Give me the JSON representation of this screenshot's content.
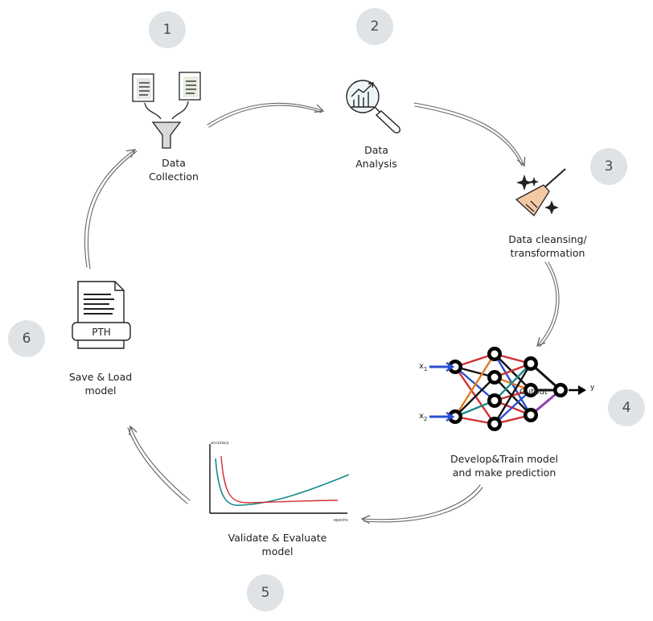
{
  "steps": [
    {
      "number": "1",
      "lines": [
        "Data",
        "Collection"
      ]
    },
    {
      "number": "2",
      "lines": [
        "Data",
        "Analysis"
      ]
    },
    {
      "number": "3",
      "lines": [
        "Data cleansing/",
        "transformation"
      ]
    },
    {
      "number": "4",
      "lines": [
        "Develop&Train model",
        "and make prediction"
      ]
    },
    {
      "number": "5",
      "lines": [
        "Validate & Evaluate",
        "model"
      ]
    },
    {
      "number": "6",
      "lines": [
        "Save & Load",
        "model"
      ]
    }
  ],
  "file_icon_text": "PTH",
  "nn": {
    "input1": "x",
    "input1_sub": "1",
    "input2": "x",
    "input2_sub": "2",
    "output_label": "Output",
    "y_label": "y"
  },
  "mini_chart": {
    "ylabel": "accuracy",
    "xlabel": "epochs"
  },
  "colors": {
    "badge": "#dfe3e6",
    "arrow": "#666666",
    "teal": "#1a8a8a",
    "red": "#d33030",
    "blue": "#2a4fd0",
    "orange": "#e07a20",
    "purple": "#8e3fb0"
  }
}
